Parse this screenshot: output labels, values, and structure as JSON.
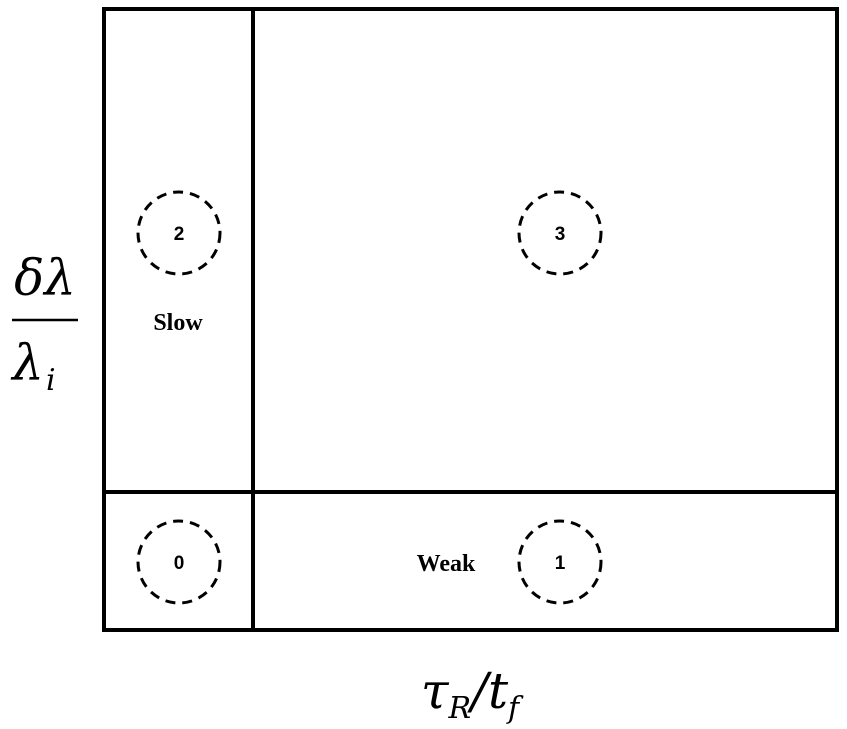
{
  "axes": {
    "x_label": {
      "main": "τ",
      "sub1": "R",
      "slash": "/t",
      "sub2": "f"
    },
    "y_label": {
      "numerator": "δλ",
      "denominator": "λ",
      "denominator_sub": "i"
    }
  },
  "regions": [
    {
      "id": "0",
      "label": ""
    },
    {
      "id": "1",
      "label": "Weak"
    },
    {
      "id": "2",
      "label": "Slow"
    },
    {
      "id": "3",
      "label": ""
    }
  ]
}
